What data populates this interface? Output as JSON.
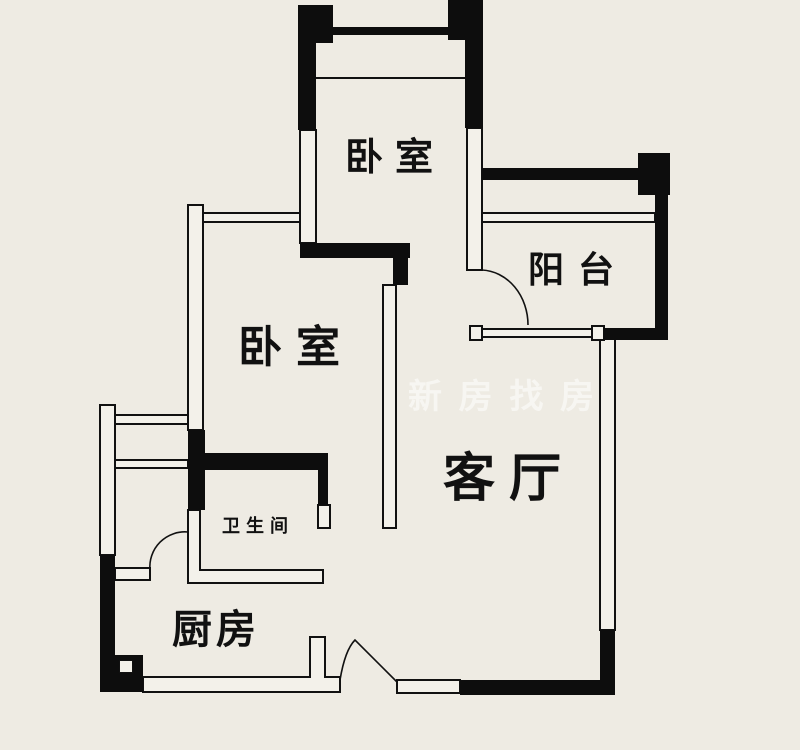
{
  "floor_plan": {
    "rooms": {
      "bedroom_top": "卧室",
      "balcony": "阳台",
      "bedroom_middle": "卧室",
      "living_room": "客厅",
      "bathroom": "卫生间",
      "kitchen": "厨房"
    },
    "watermark": "新房找房",
    "colors": {
      "background": "#eeebe3",
      "wall": "#0d0d0d",
      "line": "#1a1a1a"
    }
  }
}
